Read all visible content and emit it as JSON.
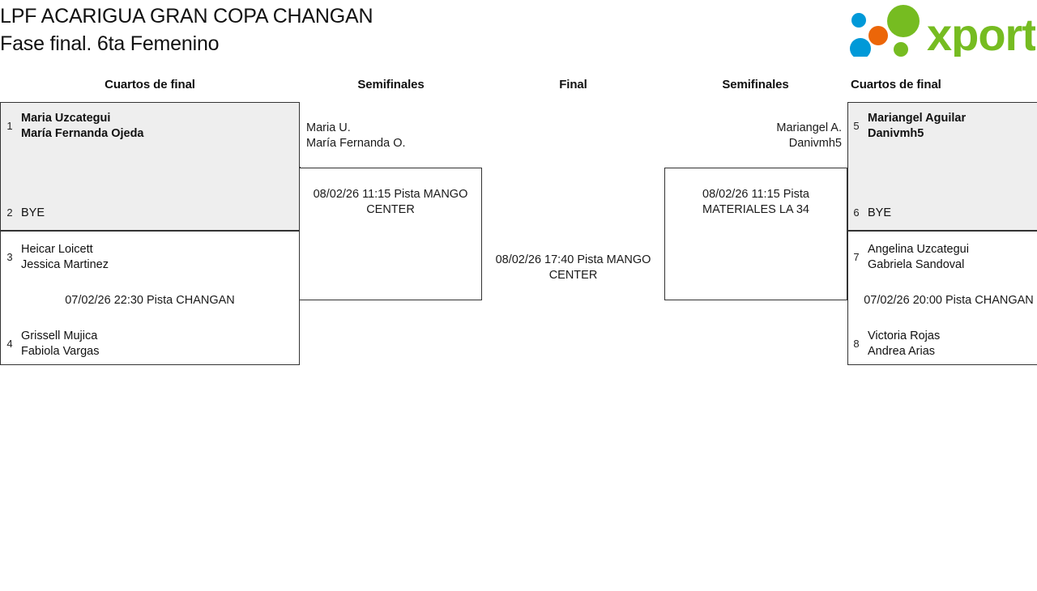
{
  "header": {
    "title_line1": "LPF ACARIGUA GRAN COPA CHANGAN",
    "title_line2": "Fase final. 6ta Femenino",
    "logo_text": "xporty",
    "logo_colors": {
      "green": "#76bc21",
      "blue": "#0099d8",
      "orange": "#ec6608"
    }
  },
  "columns": [
    {
      "label": "Cuartos de final"
    },
    {
      "label": "Semifinales"
    },
    {
      "label": "Final"
    },
    {
      "label": "Semifinales"
    },
    {
      "label": "Cuartos de final"
    }
  ],
  "bracket": {
    "left": {
      "quarterfinals": [
        {
          "match_label": "",
          "slots": [
            {
              "seed": "1",
              "line1": "Maria Uzcategui",
              "line2": "María Fernanda Ojeda",
              "winner": true
            },
            {
              "seed": "2",
              "line1": "BYE",
              "line2": "",
              "winner": false
            }
          ]
        },
        {
          "match_label": "07/02/26 22:30 Pista CHANGAN",
          "slots": [
            {
              "seed": "3",
              "line1": "Heicar Loicett",
              "line2": "Jessica Martinez",
              "winner": false
            },
            {
              "seed": "4",
              "line1": "Grissell Mujica",
              "line2": "Fabiola Vargas",
              "winner": false
            }
          ]
        }
      ],
      "semifinal": {
        "advancer_line1": "Maria U.",
        "advancer_line2": "María Fernanda O.",
        "match_label": "08/02/26 11:15 Pista MANGO CENTER"
      }
    },
    "final": {
      "match_label": "08/02/26 17:40 Pista MANGO CENTER"
    },
    "right": {
      "quarterfinals": [
        {
          "match_label": "",
          "slots": [
            {
              "seed": "5",
              "line1": "Mariangel Aguilar",
              "line2": "Danivmh5",
              "winner": true
            },
            {
              "seed": "6",
              "line1": "BYE",
              "line2": "",
              "winner": false
            }
          ]
        },
        {
          "match_label": "07/02/26 20:00 Pista CHANGAN",
          "slots": [
            {
              "seed": "7",
              "line1": "Angelina Uzcategui",
              "line2": "Gabriela Sandoval",
              "winner": false
            },
            {
              "seed": "8",
              "line1": "Victoria Rojas",
              "line2": "Andrea Arias",
              "winner": false
            }
          ]
        }
      ],
      "semifinal": {
        "advancer_line1": "Mariangel A.",
        "advancer_line2": "Danivmh5",
        "match_label": "08/02/26 11:15 Pista MATERIALES LA 34"
      }
    }
  }
}
